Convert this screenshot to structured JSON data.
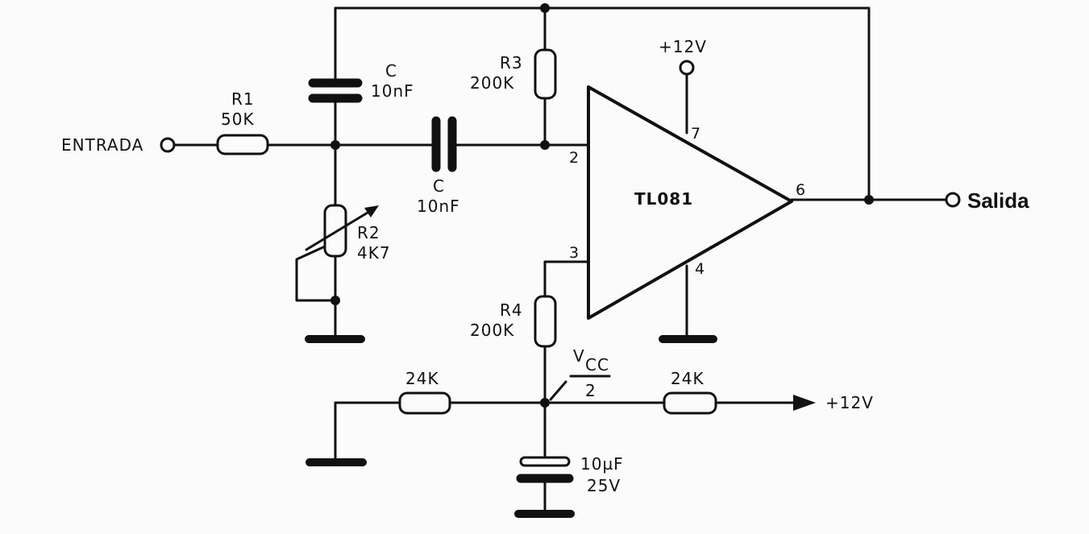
{
  "terminals": {
    "input_label": "ENTRADA",
    "output_label": "Salida",
    "supply_top_label": "+12V",
    "supply_right_label": "+12V"
  },
  "components": {
    "r1": {
      "ref": "R1",
      "value": "50K"
    },
    "r2": {
      "ref": "R2",
      "value": "4K7"
    },
    "r3": {
      "ref": "R3",
      "value": "200K"
    },
    "r4": {
      "ref": "R4",
      "value": "200K"
    },
    "c_top": {
      "ref": "C",
      "value": "10nF"
    },
    "c_series": {
      "ref": "C",
      "value": "10nF"
    },
    "r_left": {
      "value": "24K"
    },
    "r_right": {
      "value": "24K"
    },
    "c_electrolytic": {
      "value": "10µF",
      "voltage": "25V"
    }
  },
  "opamp": {
    "part": "TL081",
    "pins": {
      "inv": "2",
      "noninv": "3",
      "vplus": "7",
      "vminus": "4",
      "out": "6"
    }
  },
  "bias": {
    "numerator": "V",
    "subscript": "CC",
    "denominator": "2"
  }
}
